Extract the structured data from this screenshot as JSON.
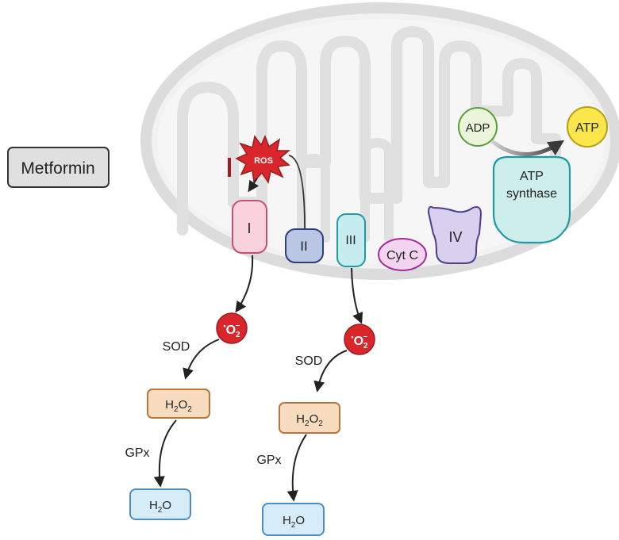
{
  "drug": {
    "label": "Metformin"
  },
  "ros": {
    "label": "ROS"
  },
  "complexes": {
    "c1": "I",
    "c2": "II",
    "c3": "III",
    "cytc": "Cyt C",
    "c4": "IV"
  },
  "atp": {
    "synthase_line1": "ATP",
    "synthase_line2": "synthase",
    "adp": "ADP",
    "atp": "ATP"
  },
  "superoxide": {
    "base": "O",
    "sub": "2",
    "sup": "–",
    "dot": "•"
  },
  "enzymes": {
    "sod": "SOD",
    "gpx": "GPx"
  },
  "h2o2": {
    "h": "H",
    "sub1": "2",
    "o": "O",
    "sub2": "2"
  },
  "water": {
    "h": "H",
    "sub": "2",
    "o": "O"
  },
  "colors": {
    "membrane": "#dcdcdc",
    "complex_i": "#f9d2de",
    "complex_ii": "#b9c6e4",
    "complex_iii": "#c6ecef",
    "cyt_c": "#f4d5f0",
    "complex_iv": "#d8d0ef",
    "atp_synthase": "#cdeeea",
    "adp": "#e9f6d9",
    "atp": "#fbe64c",
    "ros": "#d9262b",
    "superoxide": "#d9262b",
    "h2o2": "#f8dcc0",
    "water": "#d7ecf9",
    "inhibit": "#a01c26"
  }
}
